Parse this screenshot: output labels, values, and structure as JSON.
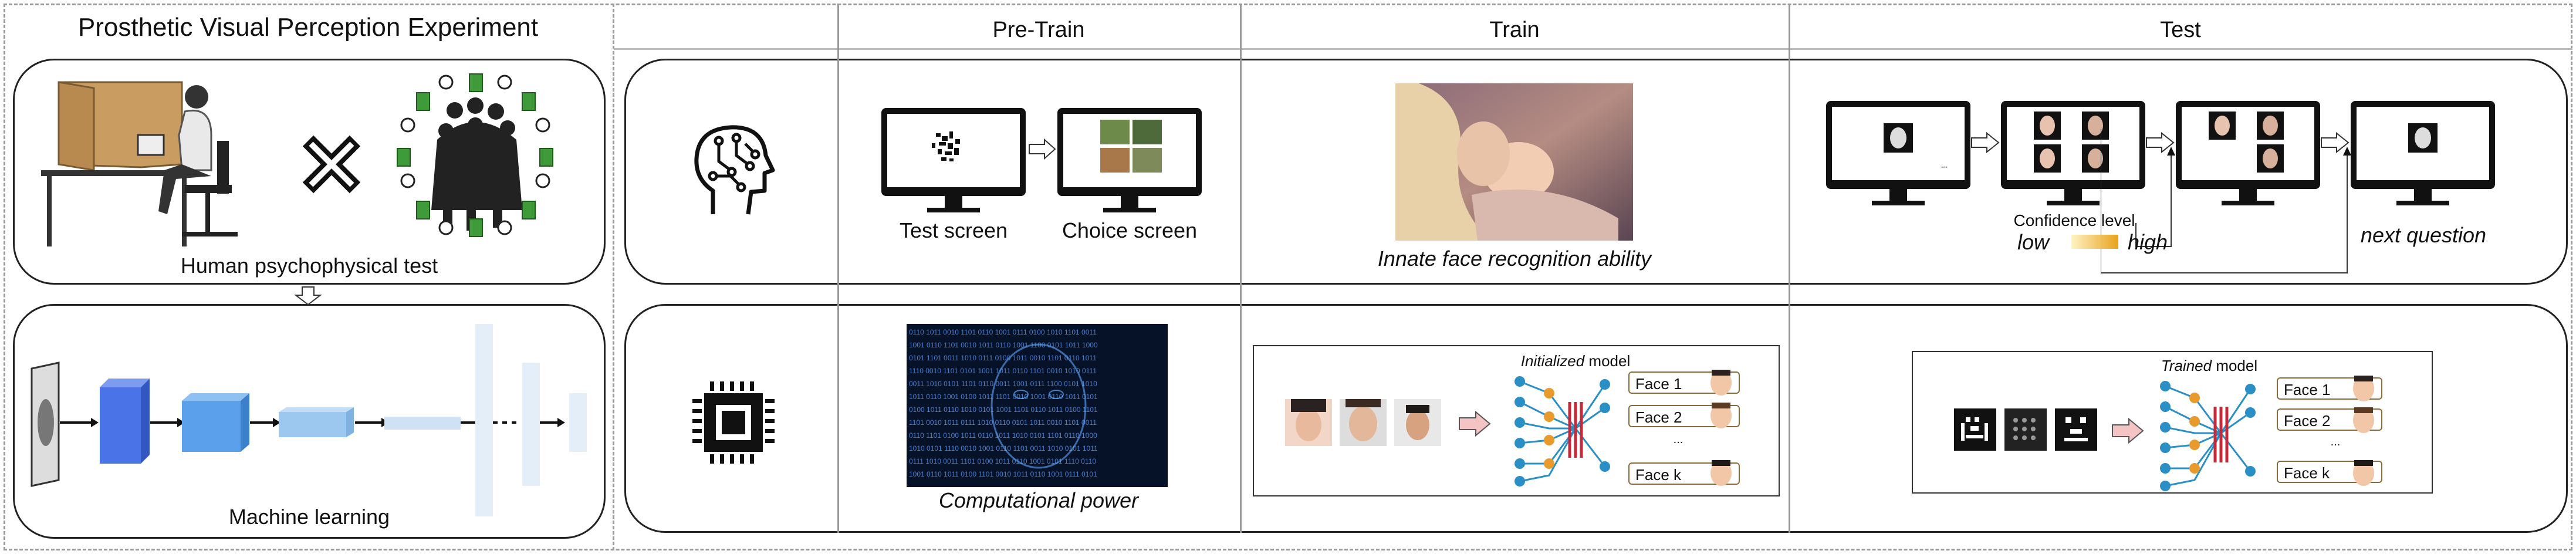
{
  "left_panel": {
    "title": "Prosthetic Visual Perception Experiment",
    "human_caption": "Human psychophysical test",
    "ml_caption": "Machine learning"
  },
  "columns": {
    "pretrain": "Pre-Train",
    "train": "Train",
    "test": "Test"
  },
  "pretrain": {
    "test_screen": "Test screen",
    "choice_screen": "Choice screen",
    "computational": "Computational power"
  },
  "train": {
    "innate": "Innate face recognition ability",
    "initialized_italic": "Initialized",
    "model_word": "model",
    "faces": [
      "Face 1",
      "Face 2",
      "...",
      "Face k"
    ]
  },
  "test": {
    "confidence_level": "Confidence level",
    "low": "low",
    "high": "high",
    "next_question": "next question",
    "trained_italic": "Trained",
    "model_word": "model",
    "faces": [
      "Face 1",
      "Face 2",
      "...",
      "Face k"
    ]
  },
  "colors": {
    "cube_dark": "#4a73e8",
    "cube_mid": "#5aa0ea",
    "cube_light": "#9cc8ef",
    "node_blue": "#2a8fc4",
    "node_orange": "#e89a2c",
    "red_bar": "#c42a3a",
    "gradient_low": "#fff3c4",
    "gradient_high": "#e8a21c"
  },
  "icons": [
    "head-circuit-icon",
    "cpu-chip-icon",
    "cross-icon"
  ]
}
